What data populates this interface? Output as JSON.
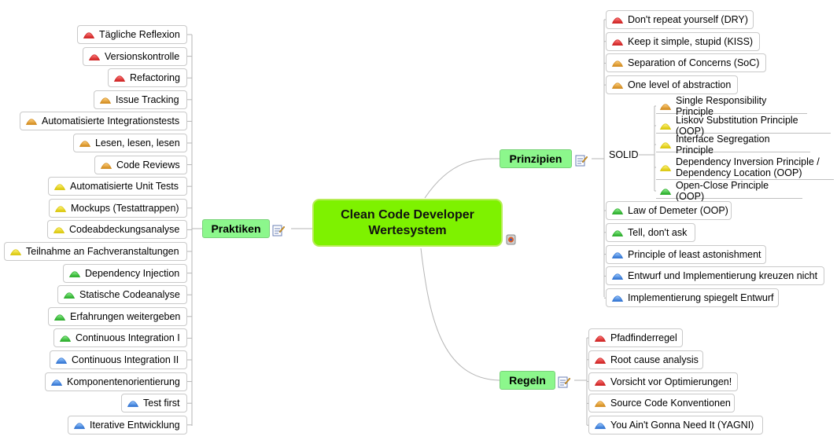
{
  "center": {
    "line1": "Clean Code Developer",
    "line2": "Wertesystem"
  },
  "categories": {
    "praktiken": "Praktiken",
    "prinzipien": "Prinzipien",
    "regeln": "Regeln"
  },
  "colors": {
    "red": "#e03030",
    "orange": "#e8a030",
    "yellow": "#f2e020",
    "green": "#3cc83c",
    "blue": "#3a8ee6",
    "category_fill": "#8cf78c",
    "center_fill": "#7ef200"
  },
  "praktiken_items": [
    {
      "label": "Tägliche Reflexion",
      "color": "red"
    },
    {
      "label": "Versionskontrolle",
      "color": "red"
    },
    {
      "label": "Refactoring",
      "color": "red"
    },
    {
      "label": "Issue Tracking",
      "color": "orange"
    },
    {
      "label": "Automatisierte Integrationstests",
      "color": "orange"
    },
    {
      "label": "Lesen, lesen, lesen",
      "color": "orange"
    },
    {
      "label": "Code Reviews",
      "color": "orange"
    },
    {
      "label": "Automatisierte Unit Tests",
      "color": "yellow"
    },
    {
      "label": "Mockups (Testattrappen)",
      "color": "yellow"
    },
    {
      "label": "Codeabdeckungsanalyse",
      "color": "yellow"
    },
    {
      "label": "Teilnahme an Fachveranstaltungen",
      "color": "yellow"
    },
    {
      "label": "Dependency Injection",
      "color": "green"
    },
    {
      "label": "Statische Codeanalyse",
      "color": "green"
    },
    {
      "label": "Erfahrungen weitergeben",
      "color": "green"
    },
    {
      "label": "Continuous Integration I",
      "color": "green"
    },
    {
      "label": "Continuous Integration II",
      "color": "blue"
    },
    {
      "label": "Komponentenorientierung",
      "color": "blue"
    },
    {
      "label": "Test first",
      "color": "blue"
    },
    {
      "label": "Iterative Entwicklung",
      "color": "blue"
    }
  ],
  "prinzipien_items": [
    {
      "label": "Don't repeat yourself (DRY)",
      "color": "red"
    },
    {
      "label": "Keep it simple, stupid (KISS)",
      "color": "red"
    },
    {
      "label": "Separation of Concerns (SoC)",
      "color": "orange"
    },
    {
      "label": "One level of abstraction",
      "color": "orange"
    }
  ],
  "solid": {
    "label": "SOLID",
    "items": [
      {
        "label": "Single Responsibility Principle",
        "color": "orange"
      },
      {
        "label": "Liskov Substitution Principle (OOP)",
        "color": "yellow"
      },
      {
        "label": "Interface Segregation Principle",
        "color": "yellow"
      },
      {
        "label": "Dependency Inversion Principle /",
        "label2": "Dependency Location (OOP)",
        "color": "yellow"
      },
      {
        "label": "Open-Close Principle (OOP)",
        "color": "green"
      }
    ]
  },
  "prinzipien_items_2": [
    {
      "label": "Law of Demeter (OOP)",
      "color": "green"
    },
    {
      "label": "Tell, don't ask",
      "color": "green"
    },
    {
      "label": "Principle of least astonishment",
      "color": "blue"
    },
    {
      "label": "Entwurf und Implementierung kreuzen nicht",
      "color": "blue"
    },
    {
      "label": "Implementierung spiegelt Entwurf",
      "color": "blue"
    }
  ],
  "regeln_items": [
    {
      "label": "Pfadfinderregel",
      "color": "red"
    },
    {
      "label": "Root cause analysis",
      "color": "red"
    },
    {
      "label": "Vorsicht vor Optimierungen!",
      "color": "red"
    },
    {
      "label": "Source Code Konventionen",
      "color": "orange"
    },
    {
      "label": "You Ain't Gonna Need It (YAGNI)",
      "color": "blue"
    }
  ]
}
